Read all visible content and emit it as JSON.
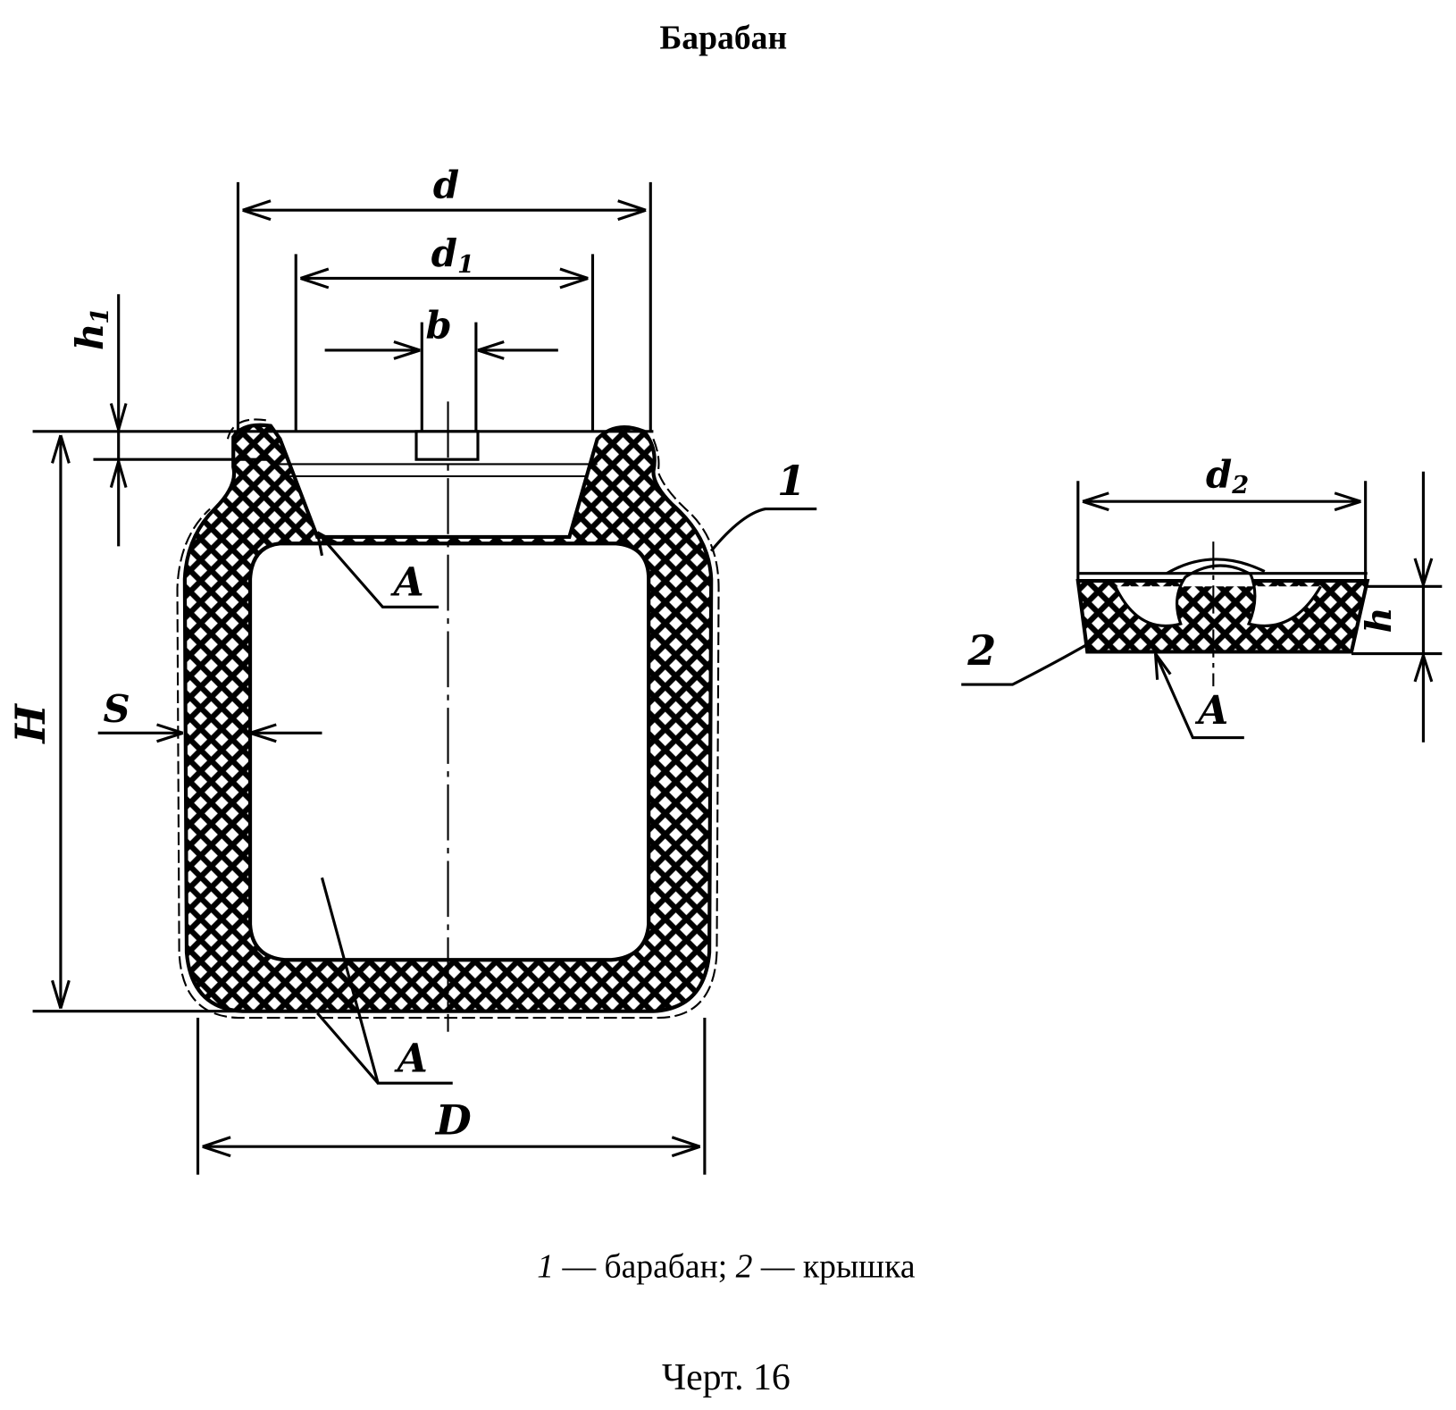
{
  "title": "Барабан",
  "drum_labels": {
    "d": "d",
    "d1_main": "d",
    "d1_sub": "1",
    "b": "b",
    "h1_main": "h",
    "h1_sub": "1",
    "H": "H",
    "S": "S",
    "A_top": "A",
    "A_bottom": "A",
    "D": "D",
    "part1": "1"
  },
  "lid_labels": {
    "d2_main": "d",
    "d2_sub": "2",
    "h": "h",
    "A": "A",
    "part2": "2"
  },
  "legend": {
    "n1": "1",
    "t1": " — барабан; ",
    "n2": "2",
    "t2": " — крышка"
  },
  "figure_number": "Черт. 16"
}
